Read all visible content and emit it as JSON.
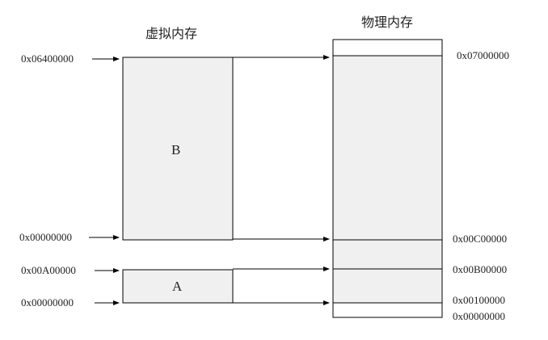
{
  "titles": {
    "virtual": "虚拟内存",
    "physical": "物理内存"
  },
  "regions": {
    "b": "B",
    "a": "A"
  },
  "virtual_addresses": {
    "b_top": "0x06400000",
    "b_bottom": "0x00000000",
    "a_top": "0x00A00000",
    "a_bottom": "0x00000000"
  },
  "physical_addresses": {
    "top": "0x07000000",
    "b_base": "0x00C00000",
    "a_top": "0x00B00000",
    "a_base": "0x00100000",
    "zero": "0x00000000"
  },
  "colors": {
    "block_fill": "#f0f0f0",
    "stroke": "#000000"
  }
}
